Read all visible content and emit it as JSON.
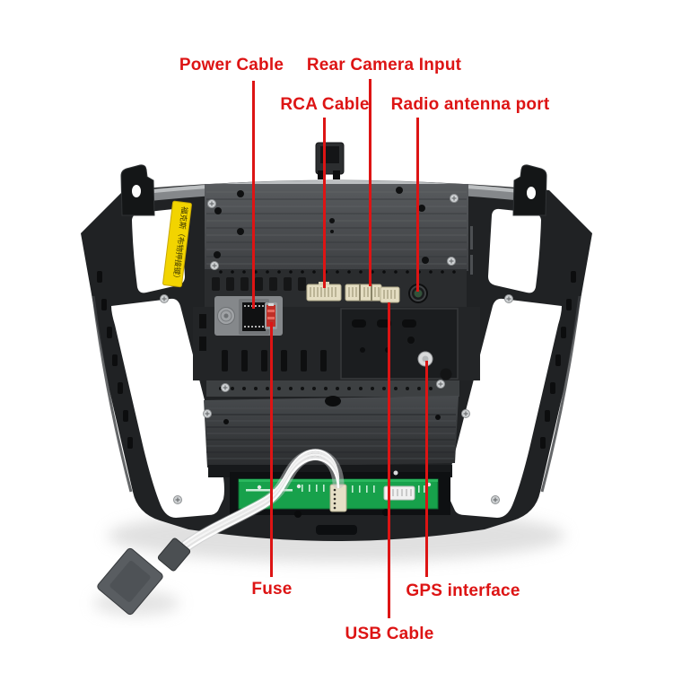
{
  "image_type": "annotated installation photo, rear view of car stereo head unit with dash trim frame",
  "annotations": [
    {
      "label": "Power Cable",
      "target": "power-connector"
    },
    {
      "label": "Rear Camera Input",
      "target": "rear-camera-connector"
    },
    {
      "label": "RCA Cable",
      "target": "rca-connector"
    },
    {
      "label": "Radio antenna port",
      "target": "radio-antenna-port"
    },
    {
      "label": "Fuse",
      "target": "fuse-component"
    },
    {
      "label": "GPS interface",
      "target": "gps-antenna-port"
    },
    {
      "label": "USB Cable",
      "target": "usb-connector"
    }
  ],
  "device": {
    "sticker_text": "福克斯（布物押接键）"
  },
  "colors": {
    "annotation": "#dd1414",
    "background": "#ffffff",
    "pcb_green": "#17a14b",
    "sticker_yellow": "#f2d400"
  }
}
